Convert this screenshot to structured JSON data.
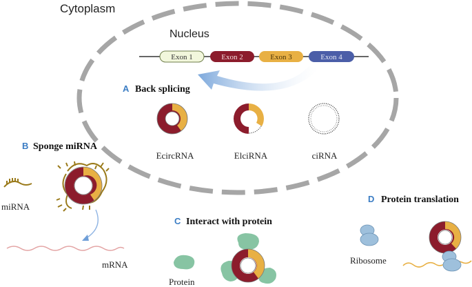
{
  "labels": {
    "cytoplasm": "Cytoplasm",
    "nucleus": "Nucleus",
    "exons": [
      "Exon 1",
      "Exon 2",
      "Exon 3",
      "Exon 4"
    ],
    "section_a_letter": "A",
    "section_a_title": "Back splicing",
    "ecircrna": "EcircRNA",
    "elcirna": "ElciRNA",
    "cirna": "ciRNA",
    "section_b_letter": "B",
    "section_b_title": "Sponge miRNA",
    "mirna": "miRNA",
    "mrna": "mRNA",
    "section_c_letter": "C",
    "section_c_title": "Interact with protein",
    "protein": "Protein",
    "section_d_letter": "D",
    "section_d_title": "Protein translation",
    "ribosome": "Ribosome"
  },
  "colors": {
    "exon1": "#f2f7dc",
    "exon2": "#8c1c2c",
    "exon3": "#e8b044",
    "exon4": "#4b5ea8",
    "nucleus_border": "#a6a6a6",
    "arrow": "#8fb4e3",
    "letter": "#3b7dc4",
    "mirna": "#9a7a1a",
    "mrna": "#e3a3a3",
    "protein": "#87c4a3",
    "ribosome": "#9ec0dc",
    "peptide": "#e8b044"
  }
}
